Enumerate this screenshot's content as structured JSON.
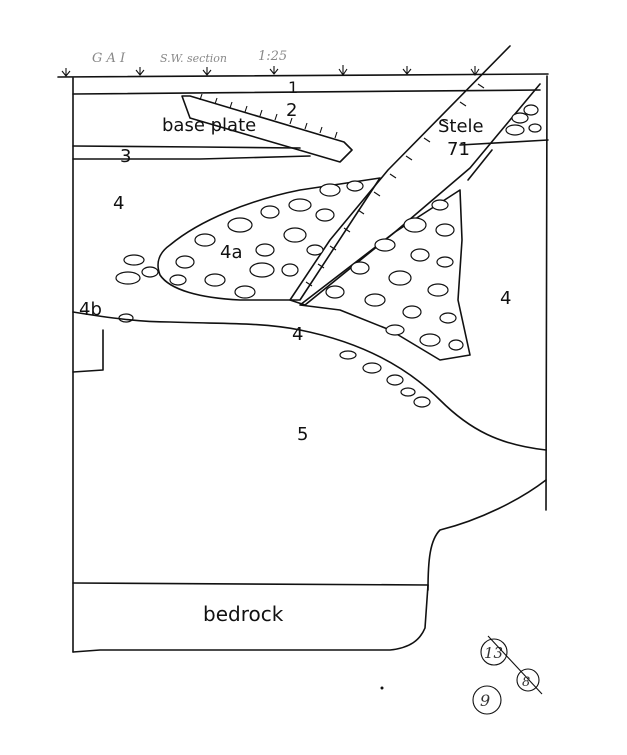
{
  "header": {
    "site": "G A I",
    "section": "S.W. section",
    "scale": "1:25"
  },
  "layers": {
    "l1": "1",
    "l2": "2",
    "base_plate": "base plate",
    "l3": "3",
    "l4_left": "4",
    "l4a": "4a",
    "l4b": "4b",
    "l4_mid": "4",
    "l4_right": "4",
    "l5": "5",
    "bedrock": "bedrock",
    "stele": "Stele",
    "stele_no": "71"
  },
  "notes": {
    "circled_a": "13",
    "circled_b": "9",
    "circled_c": "8"
  }
}
